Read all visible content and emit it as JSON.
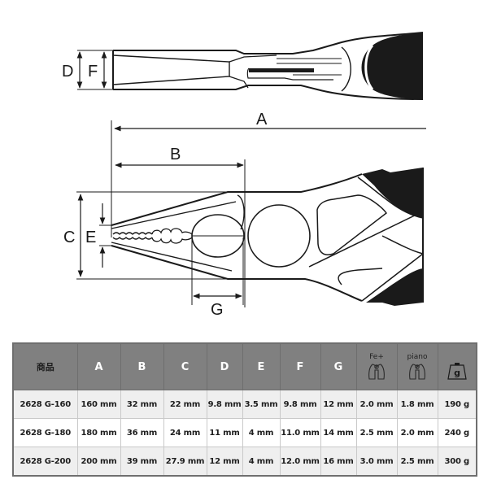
{
  "drawing": {
    "dimension_labels": {
      "A": "A",
      "B": "B",
      "C": "C",
      "D": "D",
      "E": "E",
      "F": "F",
      "G": "G"
    },
    "views": [
      "top-view",
      "side-view"
    ]
  },
  "table": {
    "headers": [
      {
        "key": "product",
        "label": "商品"
      },
      {
        "key": "A",
        "label": "A"
      },
      {
        "key": "B",
        "label": "B"
      },
      {
        "key": "C",
        "label": "C"
      },
      {
        "key": "D",
        "label": "D"
      },
      {
        "key": "E",
        "label": "E"
      },
      {
        "key": "F",
        "label": "F"
      },
      {
        "key": "G",
        "label": "G"
      },
      {
        "key": "fe",
        "label": "Fe+",
        "icon": "cutting-edge-icon"
      },
      {
        "key": "piano",
        "label": "piano",
        "icon": "cutting-edge-icon"
      },
      {
        "key": "weight",
        "label": "g",
        "icon": "weight-icon"
      }
    ],
    "rows": [
      [
        "2628 G-160",
        "160 mm",
        "32 mm",
        "22 mm",
        "9.8 mm",
        "3.5 mm",
        "9.8 mm",
        "12 mm",
        "2.0 mm",
        "1.8 mm",
        "190 g"
      ],
      [
        "2628 G-180",
        "180 mm",
        "36 mm",
        "24 mm",
        "11 mm",
        "4 mm",
        "11.0 mm",
        "14 mm",
        "2.5 mm",
        "2.0 mm",
        "240 g"
      ],
      [
        "2628 G-200",
        "200 mm",
        "39 mm",
        "27.9 mm",
        "12 mm",
        "4 mm",
        "12.0 mm",
        "16 mm",
        "3.0 mm",
        "2.5 mm",
        "300 g"
      ]
    ]
  },
  "colors": {
    "header_bg": "#808080",
    "row_odd_bg": "#efefef",
    "row_even_bg": "#ffffff",
    "ink": "#1a1a1a"
  }
}
